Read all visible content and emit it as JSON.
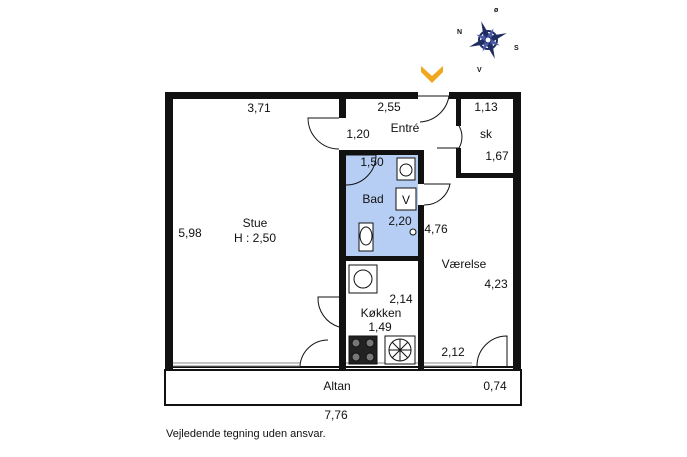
{
  "compass": {
    "n": "N",
    "o": "ø",
    "s": "S",
    "v": "V"
  },
  "rooms": {
    "stue": "Stue",
    "stue_height": "H : 2,50",
    "entre": "Entré",
    "sk": "sk",
    "bad": "Bad",
    "bad_v": "V",
    "vaerelse": "Værelse",
    "kokken": "Køkken",
    "altan": "Altan"
  },
  "dimensions": {
    "stue_top": "3,71",
    "stue_side": "5,98",
    "entre_top": "2,55",
    "entre_side": "1,20",
    "sk_top": "1,13",
    "sk_side": "1,67",
    "bad_top": "1,50",
    "bad_side": "2,20",
    "vaerelse_inner": "4,76",
    "vaerelse_side": "4,23",
    "kokken_top": "2,14",
    "kokken_area": "1,49",
    "vaerelse_bottom": "2,12",
    "altan_side": "0,74",
    "total_width": "7,76"
  },
  "colors": {
    "wall": "#111111",
    "bathroom": "#b6cdf4",
    "entrance_marker": "#f0a71e",
    "window": "#9aa4b0"
  },
  "disclaimer": "Vejledende tegning uden ansvar."
}
